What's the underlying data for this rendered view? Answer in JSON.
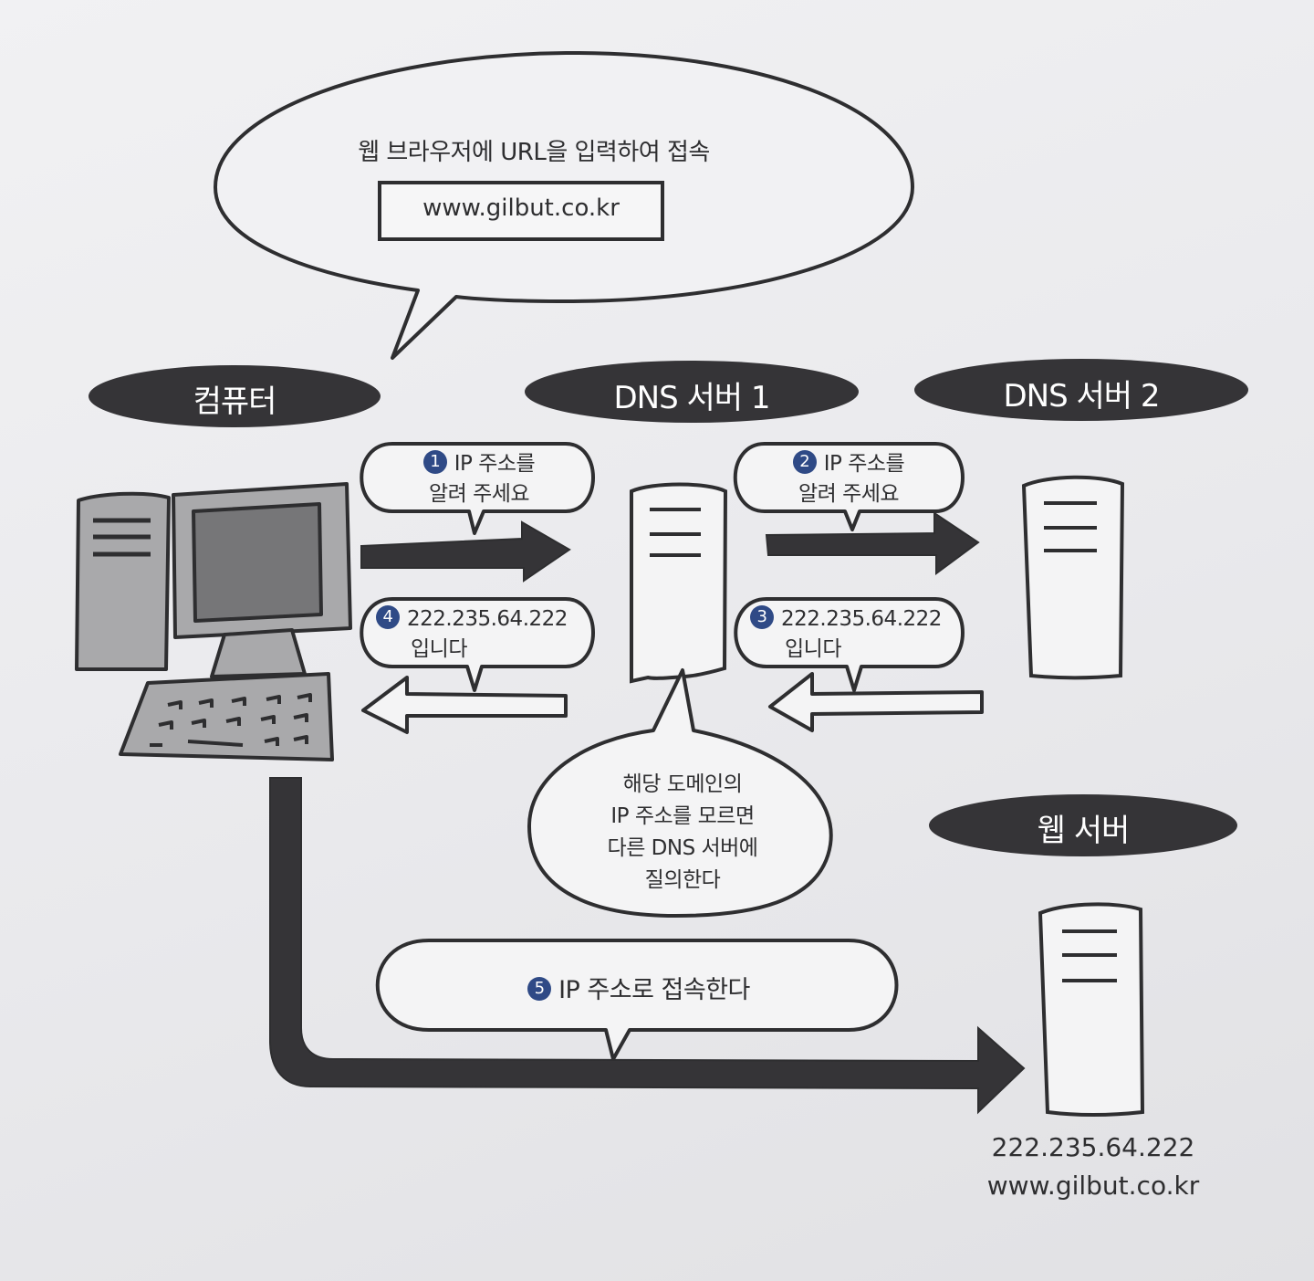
{
  "speech_top": {
    "text": "웹 브라우저에 URL을 입력하여 접속",
    "url": "www.gilbut.co.kr"
  },
  "nodes": {
    "computer": "컴퓨터",
    "dns1": "DNS 서버 1",
    "dns2": "DNS 서버 2",
    "web_server": "웹 서버"
  },
  "steps": [
    {
      "num": "1",
      "line1": "IP 주소를",
      "line2": "알려 주세요"
    },
    {
      "num": "2",
      "line1": "IP 주소를",
      "line2": "알려 주세요"
    },
    {
      "num": "3",
      "line1": "222.235.64.222",
      "line2": "입니다"
    },
    {
      "num": "4",
      "line1": "222.235.64.222",
      "line2": "입니다"
    },
    {
      "num": "5",
      "line1": "IP 주소로 접속한다"
    }
  ],
  "dns_note": {
    "lines": [
      "해당 도메인의",
      "IP 주소를 모르면",
      "다른 DNS 서버에",
      "질의한다"
    ]
  },
  "web_server_info": {
    "ip": "222.235.64.222",
    "domain": "www.gilbut.co.kr"
  },
  "colors": {
    "dark": "#353437",
    "gray": "#a9a9ab",
    "screen": "#777779",
    "badge": "#2f4a86"
  }
}
